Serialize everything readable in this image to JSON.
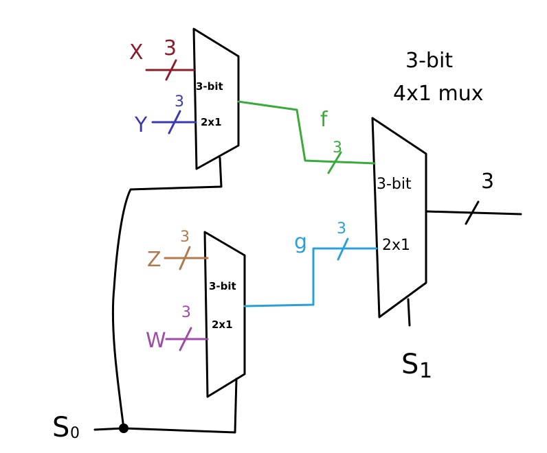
{
  "title": {
    "line1": "3-bit",
    "line2": "4x1 mux"
  },
  "colors": {
    "black": "#000000",
    "x": "#8b1c2a",
    "y": "#3a3ab0",
    "z": "#b07a50",
    "w": "#a04aa8",
    "f": "#3aaa3a",
    "g": "#2aa0d8"
  },
  "mux_top": {
    "line1": "3-bit",
    "line2": "2x1"
  },
  "mux_bottom": {
    "line1": "3-bit",
    "line2": "2x1"
  },
  "mux_right": {
    "line1": "3-bit",
    "line2": "2x1"
  },
  "inputs": {
    "x": {
      "label": "X",
      "width": "3"
    },
    "y": {
      "label": "Y",
      "width": "3"
    },
    "z": {
      "label": "Z",
      "width": "3"
    },
    "w": {
      "label": "W",
      "width": "3"
    }
  },
  "wires": {
    "f": {
      "label": "f",
      "width": "3"
    },
    "g": {
      "label": "g",
      "width": "3"
    },
    "out": {
      "width": "3"
    }
  },
  "selects": {
    "s0": "S",
    "s0_sub": "0",
    "s1": "S",
    "s1_sub": "1"
  }
}
